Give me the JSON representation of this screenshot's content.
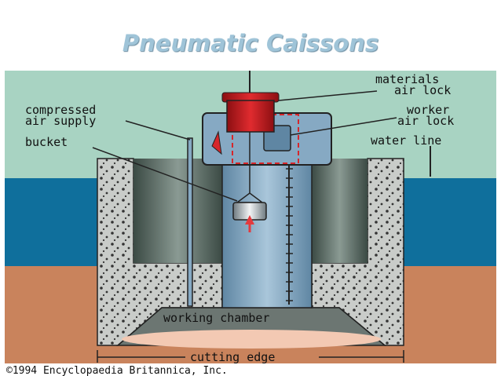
{
  "title": "Pneumatic Caissons",
  "labels": {
    "materials_air_lock_1": "materials",
    "materials_air_lock_2": "air lock",
    "compressed_air_1": "compressed",
    "compressed_air_2": "air supply",
    "worker_air_lock_1": "worker",
    "worker_air_lock_2": "air lock",
    "bucket": "bucket",
    "water_line": "water line",
    "working_chamber": "working chamber",
    "cutting_edge": "cutting edge"
  },
  "copyright": "©1994 Encyclopaedia Britannica, Inc.",
  "colors": {
    "sky": "#a8d3c2",
    "water": "#0f6f9c",
    "soil": "#c9835c",
    "concrete": "#c9ccc9",
    "air_lock": "#c0161b",
    "shaft": "#86a9c3"
  }
}
